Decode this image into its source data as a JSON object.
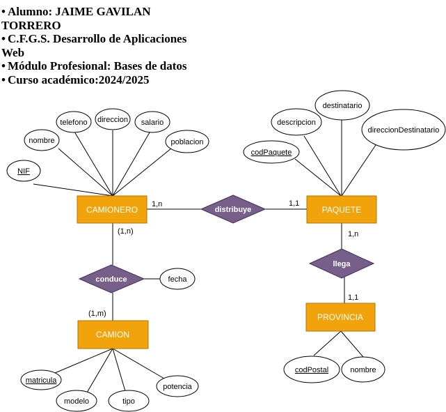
{
  "header_lines": [
    "Alumno: JAIME GAVILAN TORRERO",
    "C.F.G.S. Desarrollo de Aplicaciones Web",
    "Módulo Profesional: Bases de datos",
    "Curso académico:2024/2025"
  ],
  "colors": {
    "entity_fill": "#f0a30a",
    "entity_stroke": "#bd7000",
    "relation_fill": "#76608a",
    "relation_stroke": "#432d57",
    "relation_text": "#ffffff",
    "line": "#000000"
  },
  "entities": {
    "camionero": "CAMIONERO",
    "camion": "CAMION",
    "paquete": "PAQUETE",
    "provincia": "PROVINCIA"
  },
  "relationships": {
    "distribuye": "distribuye",
    "conduce": "conduce",
    "llega": "llega"
  },
  "attributes": {
    "nif": "NIF",
    "nombre_camionero": "nombre",
    "telefono": "telefono",
    "direccion": "direccion",
    "salario": "salario",
    "poblacion": "poblacion",
    "fecha": "fecha",
    "matricula": "matricula",
    "modelo": "modelo",
    "tipo": "tipo",
    "potencia": "potencia",
    "codPaquete": "codPaquete",
    "descripcion": "descripcion",
    "destinatario": "destinatario",
    "direccionDestinatario": "direccionDestinatario",
    "codPostal": "codPostal",
    "nombre_provincia": "nombre"
  },
  "cardinalities": {
    "camionero_distribuye": "1,n",
    "paquete_distribuye": "1,1",
    "camionero_conduce": "(1,n)",
    "camion_conduce": "(1,m)",
    "paquete_llega": "1,n",
    "provincia_llega": "1,1"
  }
}
